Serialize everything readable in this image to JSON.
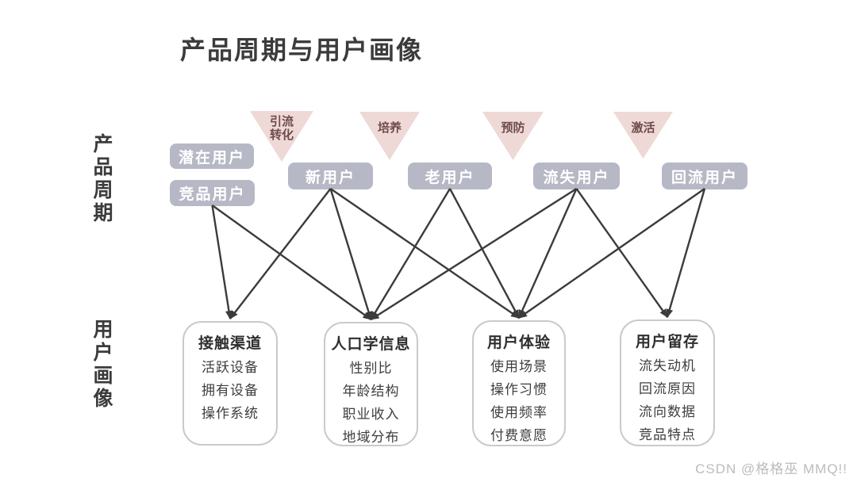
{
  "title": "产品周期与用户画像",
  "side_labels": {
    "product_cycle": "产品周期",
    "user_persona": "用户画像"
  },
  "triangles": [
    {
      "id": "tri-convert",
      "label": "引流\n转化"
    },
    {
      "id": "tri-cultivate",
      "label": "培养"
    },
    {
      "id": "tri-prevent",
      "label": "预防"
    },
    {
      "id": "tri-activate",
      "label": "激活"
    }
  ],
  "stages": [
    {
      "id": "potential",
      "label": "潜在用户"
    },
    {
      "id": "competitor",
      "label": "竞品用户"
    },
    {
      "id": "new",
      "label": "新用户"
    },
    {
      "id": "old",
      "label": "老用户"
    },
    {
      "id": "churned",
      "label": "流失用户"
    },
    {
      "id": "returning",
      "label": "回流用户"
    }
  ],
  "personas": [
    {
      "id": "channels",
      "title": "接触渠道",
      "items": [
        "活跃设备",
        "拥有设备",
        "操作系统"
      ]
    },
    {
      "id": "demographics",
      "title": "人口学信息",
      "items": [
        "性别比",
        "年龄结构",
        "职业收入",
        "地域分布"
      ]
    },
    {
      "id": "experience",
      "title": "用户体验",
      "items": [
        "使用场景",
        "操作习惯",
        "使用频率",
        "付费意愿"
      ]
    },
    {
      "id": "retention",
      "title": "用户留存",
      "items": [
        "流失动机",
        "回流原因",
        "流向数据",
        "竞品特点"
      ]
    }
  ],
  "edges": [
    {
      "from": "competitor",
      "to": "channels"
    },
    {
      "from": "competitor",
      "to": "demographics"
    },
    {
      "from": "new",
      "to": "channels"
    },
    {
      "from": "new",
      "to": "demographics"
    },
    {
      "from": "new",
      "to": "experience"
    },
    {
      "from": "old",
      "to": "demographics"
    },
    {
      "from": "old",
      "to": "experience"
    },
    {
      "from": "churned",
      "to": "demographics"
    },
    {
      "from": "churned",
      "to": "experience"
    },
    {
      "from": "churned",
      "to": "retention"
    },
    {
      "from": "returning",
      "to": "experience"
    },
    {
      "from": "returning",
      "to": "retention"
    }
  ],
  "watermark": "CSDN @格格巫 MMQ!!",
  "colors": {
    "stage_bg": "#b7b8c6",
    "stage_text": "#ffffff",
    "triangle_bg": "#eed9d7",
    "triangle_text": "#6f4b4b",
    "arrow": "#3b3b3b",
    "persona_border": "#cacaca",
    "heading": "#3b3b3b",
    "item_text": "#3e3e3e",
    "watermark_color": "#bcbcbc"
  }
}
